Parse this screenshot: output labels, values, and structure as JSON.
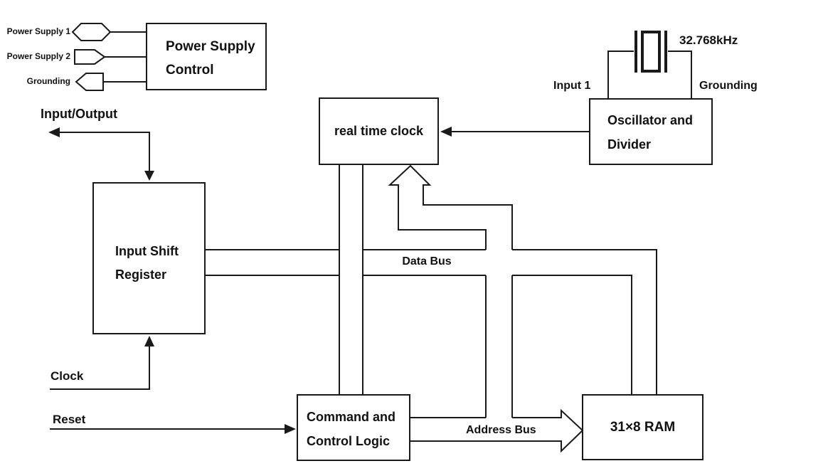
{
  "diagram": {
    "colors": {
      "line": "#1a1a1a",
      "text": "#111111",
      "background": "#ffffff"
    },
    "pins": {
      "power_supply_1": "Power Supply 1",
      "power_supply_2": "Power Supply 2",
      "grounding": "Grounding"
    },
    "boxes": {
      "power_supply_control": {
        "line1": "Power Supply",
        "line2": "Control"
      },
      "real_time_clock": {
        "label": "real time clock"
      },
      "oscillator_divider": {
        "line1": "Oscillator and",
        "line2": "Divider"
      },
      "input_shift_register": {
        "line1": "Input Shift",
        "line2": "Register"
      },
      "command_control_logic": {
        "line1": "Command and",
        "line2": "Control Logic"
      },
      "ram": {
        "label": "31×8 RAM"
      }
    },
    "signals": {
      "input_output": "Input/Output",
      "clock": "Clock",
      "reset": "Reset",
      "input1": "Input 1",
      "grounding_right": "Grounding",
      "crystal_frequency": "32.768kHz",
      "data_bus": "Data Bus",
      "address_bus": "Address Bus"
    },
    "icons": {
      "power_supply_1_pin": "hexagon-pin-icon",
      "power_supply_2_pin": "right-point-pin-icon",
      "grounding_pin": "left-point-pin-icon",
      "crystal": "crystal-oscillator-icon"
    }
  }
}
